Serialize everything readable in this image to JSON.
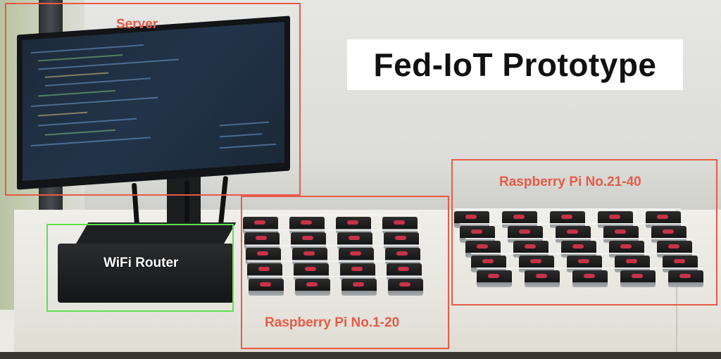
{
  "title": "Fed-IoT Prototype",
  "labels": {
    "server": "Server",
    "router": "WiFi Router",
    "pi_group_1": "Raspberry Pi No.1-20",
    "pi_group_2": "Raspberry Pi No.21-40"
  },
  "colors": {
    "annotation_red": "#e85b46",
    "annotation_green": "#5ee04d",
    "title_background": "#ffffff",
    "title_text": "#111111"
  }
}
